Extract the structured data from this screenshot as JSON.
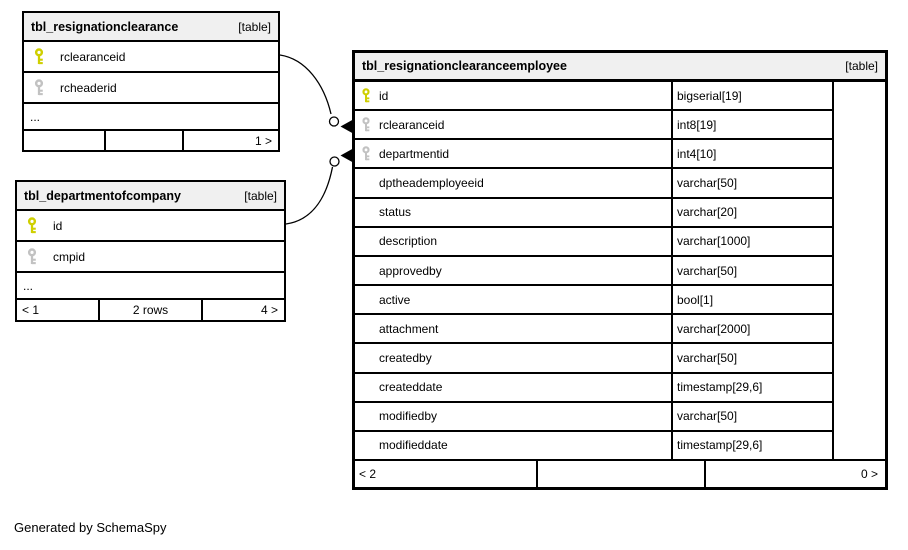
{
  "page": {
    "footer_note": "Generated by SchemaSpy"
  },
  "colors": {
    "primary_key": "#cfcf00",
    "foreign_key": "#c2c2c2",
    "header_bg": "#f0f0f0",
    "border": "#000000"
  },
  "tables": [
    {
      "id": "tbl_resignationclearance",
      "name": "tbl_resignationclearance",
      "badge": "[table]",
      "ellipsis": "...",
      "columns": [
        {
          "name": "rclearanceid",
          "key": "primary"
        },
        {
          "name": "rcheaderid",
          "key": "foreign"
        }
      ],
      "footer": {
        "left": "",
        "center": "",
        "right": "1 >"
      }
    },
    {
      "id": "tbl_departmentofcompany",
      "name": "tbl_departmentofcompany",
      "badge": "[table]",
      "ellipsis": "...",
      "columns": [
        {
          "name": "id",
          "key": "primary"
        },
        {
          "name": "cmpid",
          "key": "foreign"
        }
      ],
      "footer": {
        "left": "< 1",
        "center": "2 rows",
        "right": "4 >"
      }
    },
    {
      "id": "tbl_resignationclearanceemployee",
      "name": "tbl_resignationclearanceemployee",
      "badge": "[table]",
      "columns": [
        {
          "name": "id",
          "type": "bigserial[19]",
          "key": "primary"
        },
        {
          "name": "rclearanceid",
          "type": "int8[19]",
          "key": "foreign"
        },
        {
          "name": "departmentid",
          "type": "int4[10]",
          "key": "foreign"
        },
        {
          "name": "dptheademployeeid",
          "type": "varchar[50]"
        },
        {
          "name": "status",
          "type": "varchar[20]"
        },
        {
          "name": "description",
          "type": "varchar[1000]"
        },
        {
          "name": "approvedby",
          "type": "varchar[50]"
        },
        {
          "name": "active",
          "type": "bool[1]"
        },
        {
          "name": "attachment",
          "type": "varchar[2000]"
        },
        {
          "name": "createdby",
          "type": "varchar[50]"
        },
        {
          "name": "createddate",
          "type": "timestamp[29,6]"
        },
        {
          "name": "modifiedby",
          "type": "varchar[50]"
        },
        {
          "name": "modifieddate",
          "type": "timestamp[29,6]"
        }
      ],
      "footer": {
        "left": "< 2",
        "center": "",
        "right": "0 >"
      }
    }
  ],
  "relationships": [
    {
      "from_table": "tbl_resignationclearance",
      "from_column": "rclearanceid",
      "to_table": "tbl_resignationclearanceemployee",
      "to_column": "rclearanceid"
    },
    {
      "from_table": "tbl_departmentofcompany",
      "from_column": "id",
      "to_table": "tbl_resignationclearanceemployee",
      "to_column": "departmentid"
    }
  ]
}
